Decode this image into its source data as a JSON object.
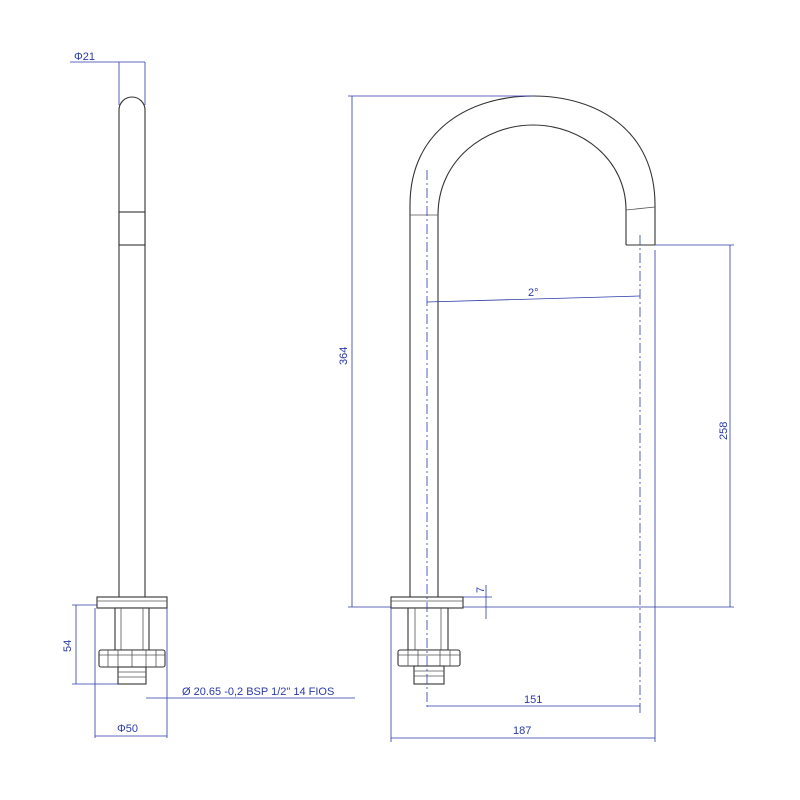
{
  "dimensions": {
    "top_diameter": "Φ21",
    "base_height": "54",
    "thread_spec": "Ø 20.65 -0,2 BSP 1/2\"  14 FIOS",
    "base_diameter": "Φ50",
    "total_height": "364",
    "angle": "2°",
    "spout_height": "258",
    "small_offset": "7",
    "reach_short": "151",
    "reach_total": "187"
  },
  "colors": {
    "dimension_lines": "#2a3aa8",
    "part_outline": "#333333"
  }
}
